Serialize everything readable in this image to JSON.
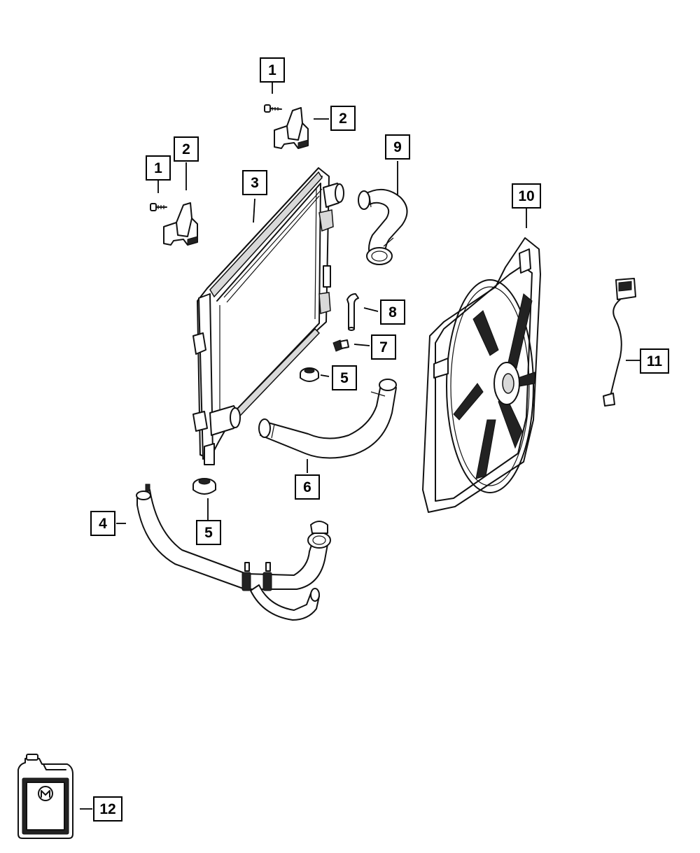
{
  "callouts": [
    {
      "id": "c1a",
      "label": "1"
    },
    {
      "id": "c2a",
      "label": "2"
    },
    {
      "id": "c1b",
      "label": "1"
    },
    {
      "id": "c2b",
      "label": "2"
    },
    {
      "id": "c3",
      "label": "3"
    },
    {
      "id": "c9",
      "label": "9"
    },
    {
      "id": "c10",
      "label": "10"
    },
    {
      "id": "c8",
      "label": "8"
    },
    {
      "id": "c7",
      "label": "7"
    },
    {
      "id": "c5a",
      "label": "5"
    },
    {
      "id": "c11",
      "label": "11"
    },
    {
      "id": "c6",
      "label": "6"
    },
    {
      "id": "c4",
      "label": "4"
    },
    {
      "id": "c5b",
      "label": "5"
    },
    {
      "id": "c12",
      "label": "12"
    }
  ],
  "parts": {
    "bolt": "bolt",
    "bracket": "radiator-bracket",
    "radiator": "radiator",
    "upper_hose": "upper-radiator-hose",
    "fan_assembly": "cooling-fan-shroud-assembly",
    "small_hose": "small-hose",
    "drain_plug": "drain-plug",
    "isolator": "radiator-isolator",
    "wiring": "fan-wiring-harness",
    "lower_hose": "lower-radiator-hose",
    "lower_hose_assembly": "lower-hose-assembly",
    "coolant_jug": "coolant-jug"
  },
  "colors": {
    "line": "#111111",
    "background": "#ffffff"
  }
}
